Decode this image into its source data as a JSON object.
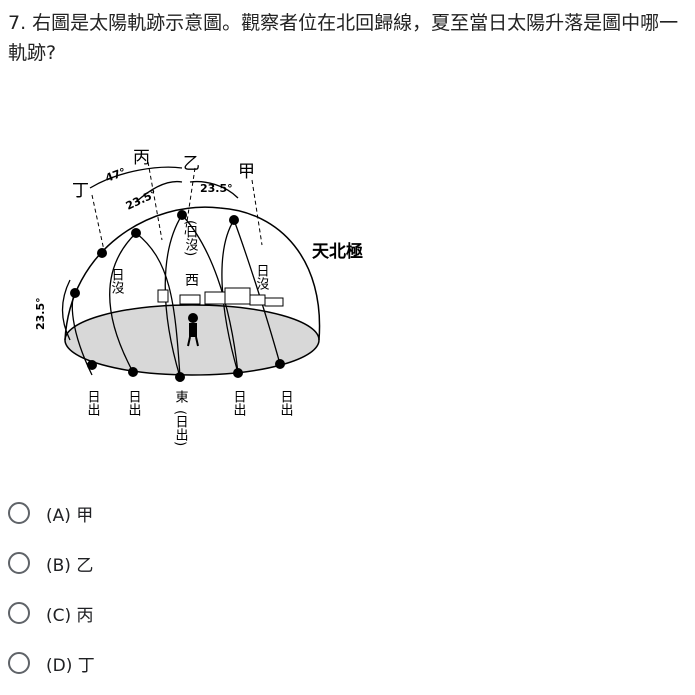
{
  "question": {
    "text": "7. 右圖是太陽軌跡示意圖。觀察者位在北回歸線，夏至當日太陽升落是圖中哪一軌跡?"
  },
  "figure": {
    "path_labels": [
      "丁",
      "丙",
      "乙",
      "甲"
    ],
    "angle_47": "47°",
    "angle_235_a": "23.5°",
    "angle_235_b": "23.5°",
    "angle_235_c": "23.5°",
    "celestial_pole": "天北極",
    "west": "西",
    "sunset_vertical": "日沒",
    "sunset_paren": "(日沒)",
    "sunrise": "日出",
    "east": "東",
    "sunrise_paren": "(日出)"
  },
  "options": [
    {
      "label": "(A) 甲"
    },
    {
      "label": "(B) 乙"
    },
    {
      "label": "(C) 丙"
    },
    {
      "label": "(D) 丁"
    }
  ]
}
